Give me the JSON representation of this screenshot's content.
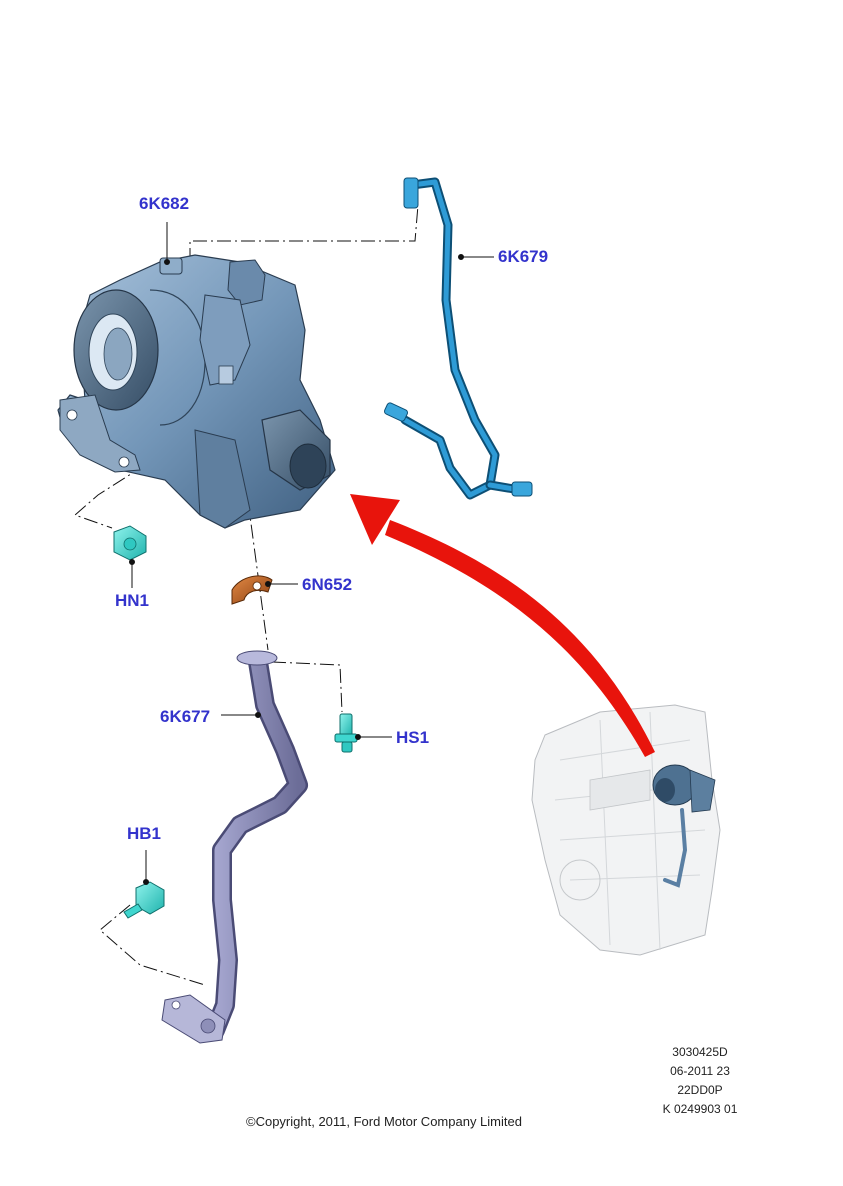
{
  "callouts": {
    "turbo": "6K682",
    "oil_feed_pipe": "6K679",
    "nut": "HN1",
    "gasket": "6N652",
    "return_pipe": "6K677",
    "stud": "HS1",
    "bolt": "HB1"
  },
  "reference": {
    "illustration_no": "3030425D",
    "date_code": "06-2011 23",
    "engine_code": "22DD0P",
    "catalog_ref": "K 0249903 01"
  },
  "copyright": "©Copyright, 2011, Ford Motor Company Limited",
  "colors": {
    "callout_text": "#3333cc",
    "turbo_body": "#6f8fb0",
    "pipe_blue": "#1b7fb5",
    "gasket": "#c2621e",
    "fastener": "#3fd6cf",
    "return_pipe": "#8e8fb8",
    "arrow": "#e8140c"
  },
  "icons": [
    "turbocharger-part",
    "oil-feed-pipe-part",
    "nut-part",
    "gasket-part",
    "oil-return-pipe-part",
    "stud-part",
    "bolt-part",
    "engine-location-thumbnail",
    "location-arrow"
  ]
}
